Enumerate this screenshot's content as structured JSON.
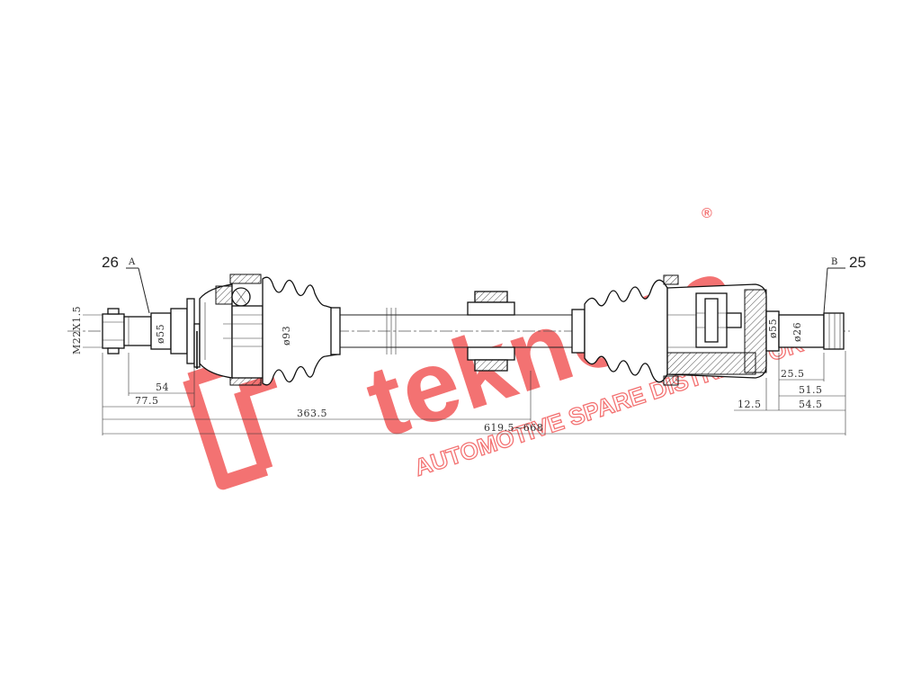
{
  "callouts": {
    "left_number": "26",
    "left_letter": "A",
    "right_number": "25",
    "right_letter": "B"
  },
  "thread_label": "M22X1.5",
  "diameters": {
    "left_seal": "ø55",
    "left_boot": "ø93",
    "right_seal": "ø55",
    "right_shaft": "ø26"
  },
  "dimensions": {
    "left_54": "54",
    "left_77_5": "77.5",
    "mid_363_5": "363.5",
    "total": "619.5~668",
    "right_25_5": "25.5",
    "right_51_5": "51.5",
    "right_12_5": "12.5",
    "right_54_5": "54.5"
  },
  "watermark": {
    "brand": "teknosa",
    "tagline": "AUTOMOTIVE SPARE DISTRIBUTOR",
    "registered": "®",
    "color": "#f04a4a"
  }
}
